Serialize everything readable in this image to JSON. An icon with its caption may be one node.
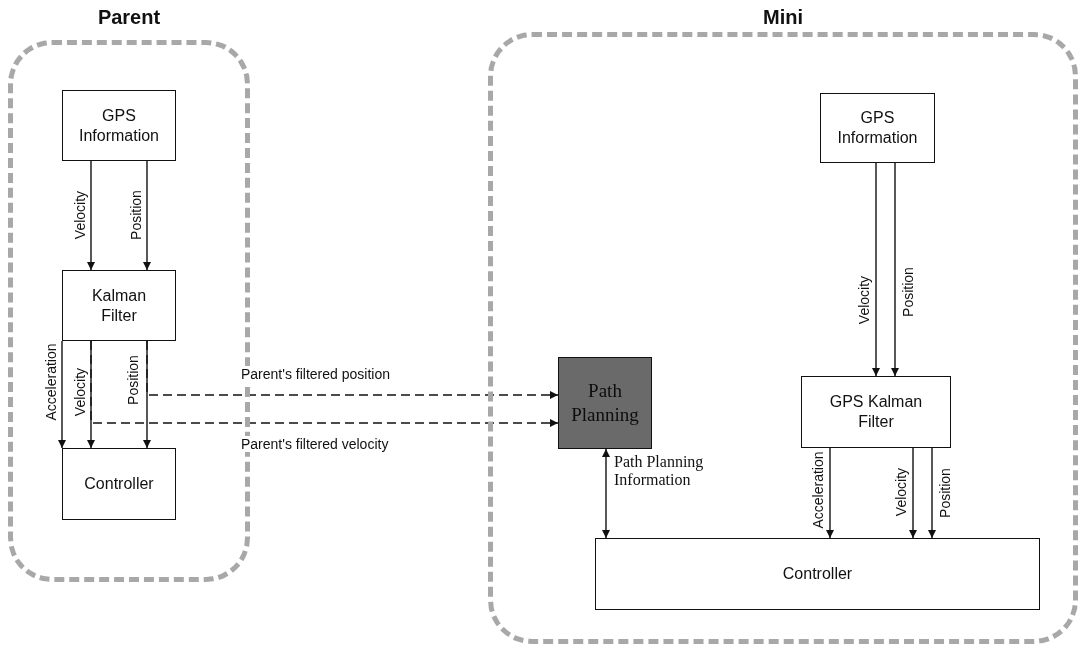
{
  "diagram": {
    "nodes": [
      {
        "text": [
          "Parent"
        ]
      },
      {
        "text": [
          "GPS Information"
        ],
        "in": 0
      },
      {
        "text": [
          "Kalman Filter"
        ],
        "in": 0
      },
      {
        "text": [
          "Controller"
        ],
        "in": 0
      },
      {
        "text": [
          "Mini"
        ]
      },
      {
        "text": [
          "Path Planning"
        ],
        "in": 4
      },
      {
        "text": [
          "GPS Information"
        ],
        "in": 4
      },
      {
        "text": [
          "GPS Kalman Filter"
        ],
        "in": 4
      },
      {
        "text": [
          "Controller"
        ],
        "in": 4
      }
    ],
    "edges": [
      {
        "from": 1,
        "to": 2,
        "arrow": "to",
        "label": "Velocity"
      },
      {
        "from": 1,
        "to": 2,
        "arrow": "to",
        "label": "Position"
      },
      {
        "from": 2,
        "to": 3,
        "arrow": "to",
        "label": "Acceleration"
      },
      {
        "from": 2,
        "to": 3,
        "arrow": "to",
        "label": "Velocity"
      },
      {
        "from": 2,
        "to": 3,
        "arrow": "to",
        "label": "Position"
      },
      {
        "from": 2,
        "to": 5,
        "arrow": "to",
        "label": "Parent's filtered position",
        "style": "dashed"
      },
      {
        "from": 2,
        "to": 5,
        "arrow": "to",
        "label": "Parent's filtered velocity",
        "style": "dashed"
      },
      {
        "from": 6,
        "to": 7,
        "arrow": "to",
        "label": "Velocity"
      },
      {
        "from": 6,
        "to": 7,
        "arrow": "to",
        "label": "Position"
      },
      {
        "from": 7,
        "to": 8,
        "arrow": "to",
        "label": "Acceleration"
      },
      {
        "from": 7,
        "to": 8,
        "arrow": "to",
        "label": "Velocity"
      },
      {
        "from": 7,
        "to": 8,
        "arrow": "to",
        "label": "Position"
      },
      {
        "from": 5,
        "to": 8,
        "arrow": "both",
        "label": "Path Planning Information"
      }
    ]
  }
}
